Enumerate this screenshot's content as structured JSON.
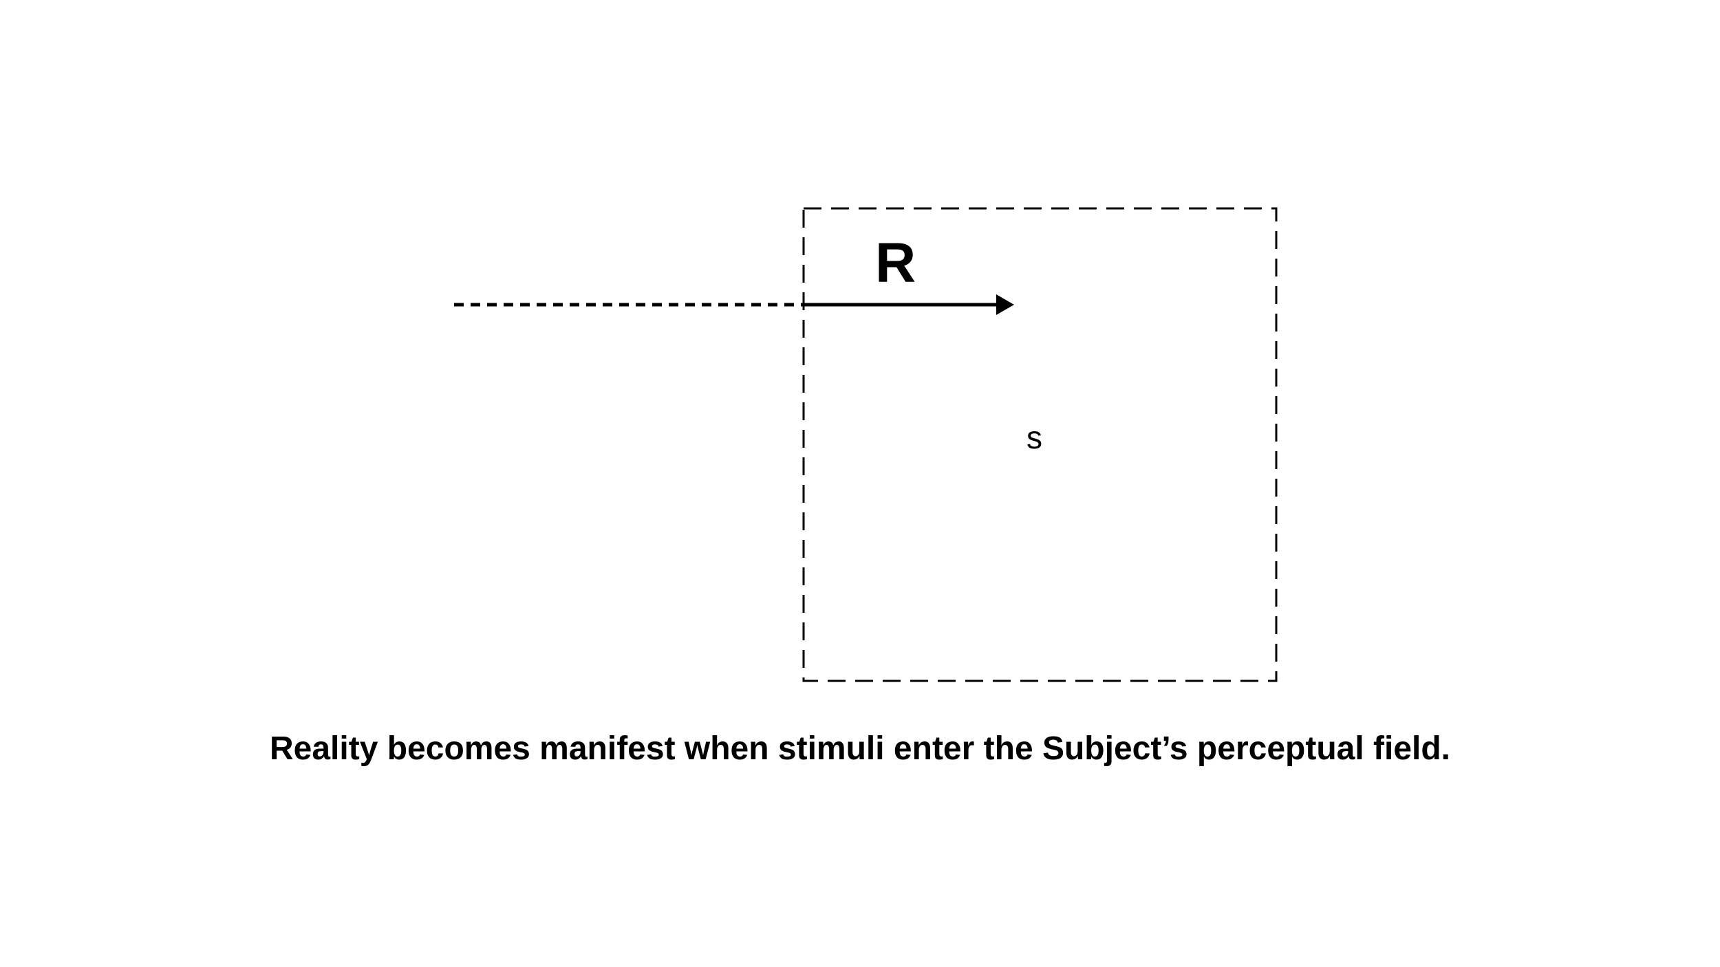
{
  "diagram": {
    "reality_label": "R",
    "subject_label": "s",
    "caption": "Reality becomes manifest when stimuli enter the Subject’s perceptual field.",
    "colors": {
      "stroke": "#000000",
      "background": "#ffffff"
    }
  }
}
